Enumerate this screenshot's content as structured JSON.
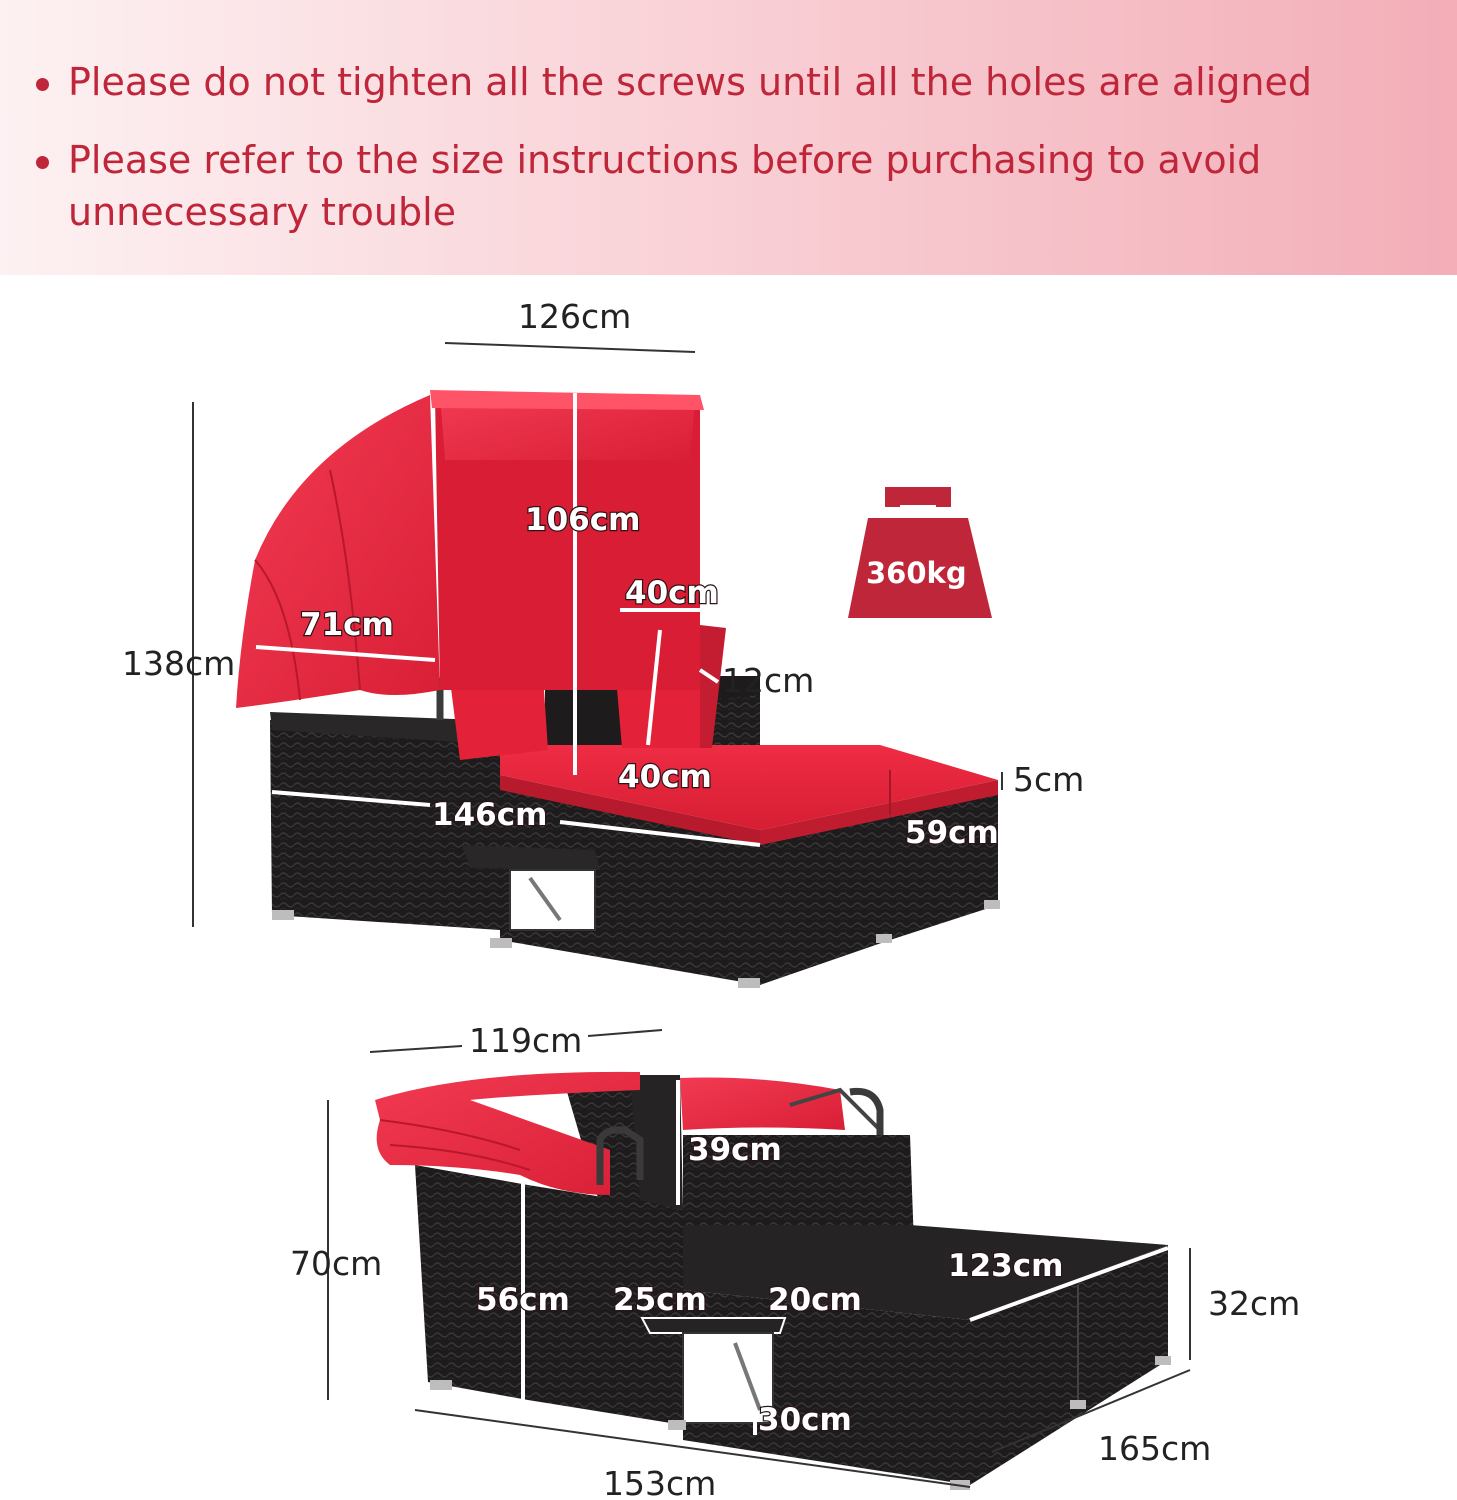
{
  "notes": [
    "Please do not tighten all the screws until all the holes are aligned",
    "Please refer to the size instructions before purchasing to avoid unnecessary trouble"
  ],
  "weight_badge": "360kg",
  "top_dims": {
    "width": "126cm",
    "total_height": "138cm",
    "canopy_height": "106cm",
    "canopy_depth": "71cm",
    "pillow_width": "40cm",
    "pillow_height": "40cm",
    "pillow_thickness": "12cm",
    "cushion_thickness": "5cm",
    "length": "146cm",
    "footrest_depth": "59cm"
  },
  "bottom_dims": {
    "width": "119cm",
    "total_height": "70cm",
    "backrest_height": "39cm",
    "seat_height": "56cm",
    "tray_width": "25cm",
    "tray_depth": "20cm",
    "tray_height": "30cm",
    "seat_length": "123cm",
    "ottoman_height": "32cm",
    "depth": "165cm",
    "length": "153cm"
  },
  "colors": {
    "accent": "#c0263a",
    "cushion_red": "#e8243a",
    "canopy_red": "#ea2b43",
    "wicker_black": "#1c1a1b"
  }
}
